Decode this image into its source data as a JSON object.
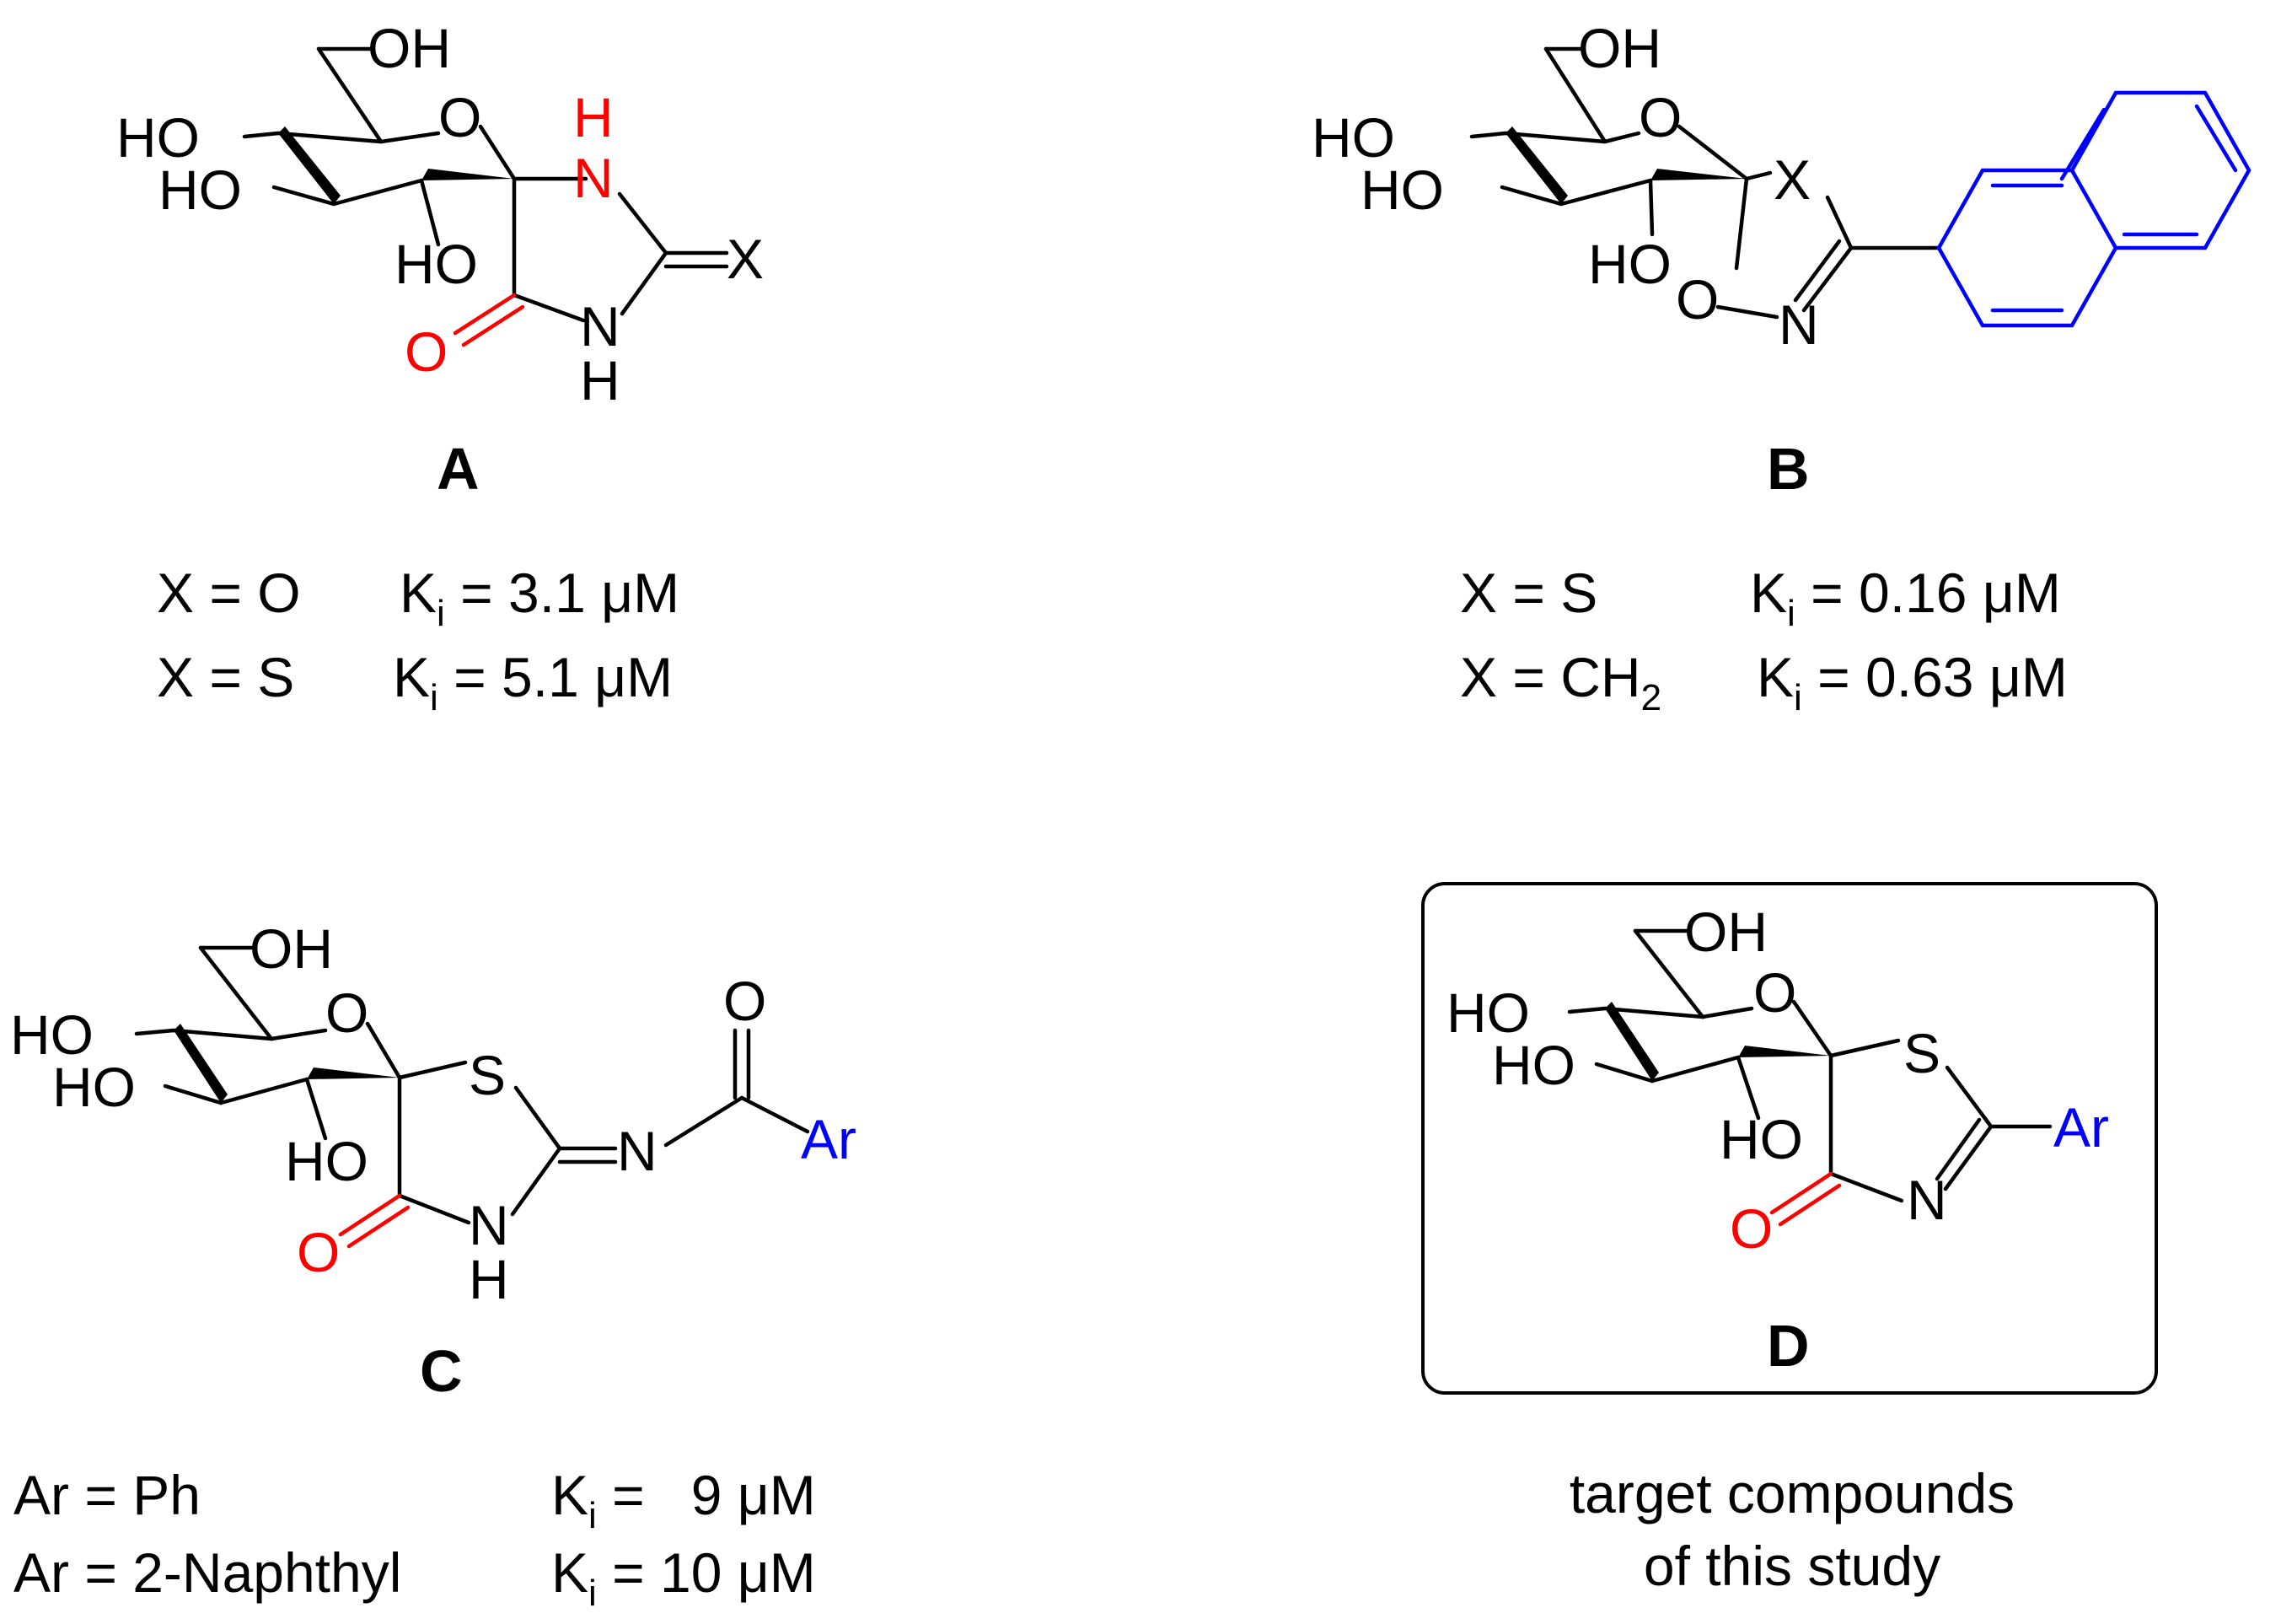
{
  "colors": {
    "ink": "#000000",
    "red": "#ff0000",
    "blue": "#0000ff",
    "frame": "#000000"
  },
  "atoms": {
    "OH": "OH",
    "HO": "HO",
    "O": "O",
    "H": "H",
    "N": "N",
    "X": "X",
    "S": "S",
    "Ar": "Ar"
  },
  "compounds": [
    {
      "label": "A",
      "rows": [
        {
          "x": "X = O",
          "ki": "K",
          "ki_sub": "i",
          "ki_val": " = 3.1 μM"
        },
        {
          "x": "X = S",
          "ki": "K",
          "ki_sub": "i",
          "ki_val": " = 5.1 μM"
        }
      ]
    },
    {
      "label": "B",
      "rows": [
        {
          "x": "X = S",
          "x_sub": "",
          "ki": "K",
          "ki_sub": "i",
          "ki_val": " = 0.16 μM"
        },
        {
          "x": "X = CH",
          "x_sub": "2",
          "ki": "K",
          "ki_sub": "i",
          "ki_val": " = 0.63 μM"
        }
      ]
    },
    {
      "label": "C",
      "rows": [
        {
          "x": "Ar = Ph",
          "ki": "K",
          "ki_sub": "i",
          "ki_val": " =   9 μM"
        },
        {
          "x": "Ar = 2-Naphthyl",
          "ki": "K",
          "ki_sub": "i",
          "ki_val": " = 10 μM"
        }
      ]
    },
    {
      "label": "D",
      "caption": [
        "target compounds",
        "of this study"
      ]
    }
  ]
}
